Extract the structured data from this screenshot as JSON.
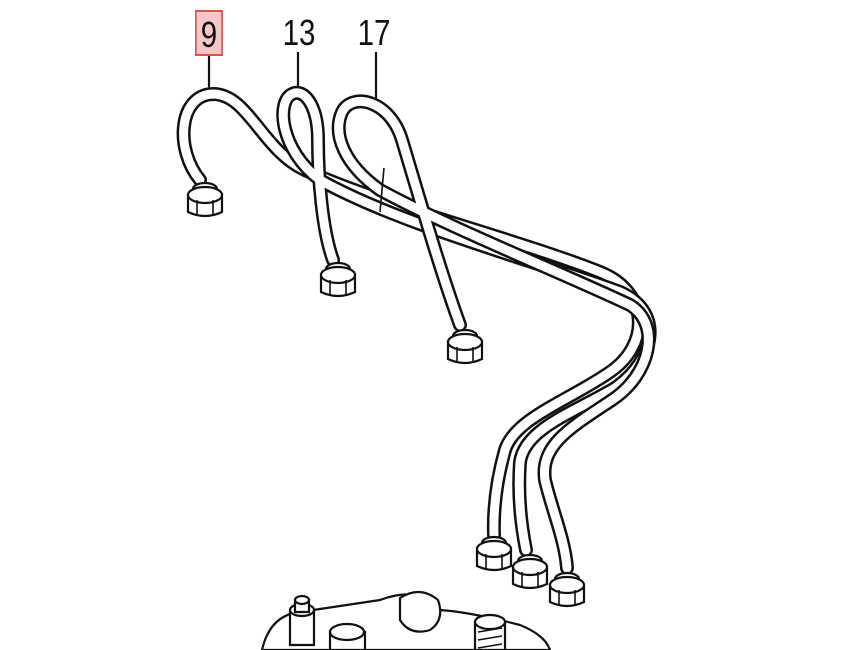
{
  "callouts": [
    {
      "label": "9",
      "active": true
    },
    {
      "label": "13",
      "active": false
    },
    {
      "label": "17",
      "active": false
    }
  ],
  "colors": {
    "highlight_fill": "#f7c6c6",
    "highlight_border": "#d9534f",
    "line": "#111111"
  }
}
